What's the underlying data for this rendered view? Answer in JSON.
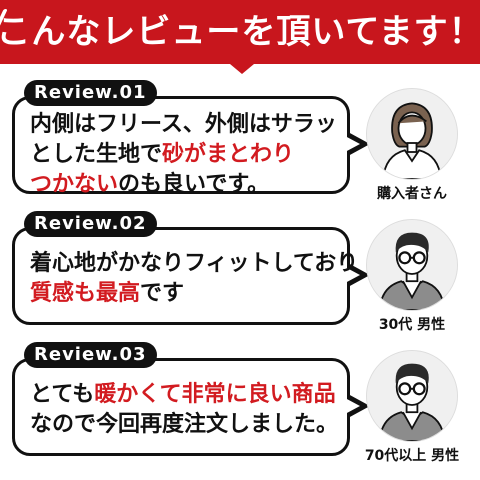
{
  "header": {
    "title": "こんなレビューを頂いてます！"
  },
  "reviews": [
    {
      "badge": "Review.01",
      "lines": [
        [
          {
            "text": "内側はフリース、外側はサラッ",
            "red": false
          }
        ],
        [
          {
            "text": "とした生地で",
            "red": false
          },
          {
            "text": "砂がまとわり",
            "red": true
          }
        ],
        [
          {
            "text": "つかない",
            "red": true
          },
          {
            "text": "のも良いです。",
            "red": false
          }
        ]
      ],
      "caption": "購入者さん",
      "avatar": "woman-icon"
    },
    {
      "badge": "Review.02",
      "lines": [
        [
          {
            "text": "着心地がかなりフィットしており",
            "red": false
          }
        ],
        [
          {
            "text": "質感も最高",
            "red": true
          },
          {
            "text": "です",
            "red": false
          }
        ]
      ],
      "caption": "30代 男性",
      "avatar": "man-glasses-icon"
    },
    {
      "badge": "Review.03",
      "lines": [
        [
          {
            "text": "とても",
            "red": false
          },
          {
            "text": "暖かくて非常に良い商品",
            "red": true
          }
        ],
        [
          {
            "text": "なので今回再度注文しました。",
            "red": false
          }
        ]
      ],
      "caption": "70代以上 男性",
      "avatar": "man-glasses-icon"
    }
  ]
}
